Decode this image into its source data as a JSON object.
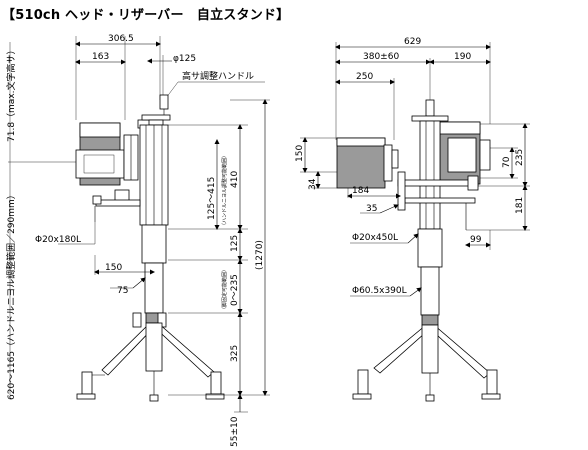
{
  "title": "【510ch ヘッド・リザーバー　自立スタンド】",
  "side_view": {
    "dim_306_5": "306.5",
    "dim_163": "163",
    "dim_phi125": "φ125",
    "label_height_handle": "高サ調整ハンドル",
    "dim_71_8": "71.8（max.文字高サ）",
    "dim_410": "410",
    "dim_125_415": "125～415",
    "note_handle_range_1": "（ハンドルニヨル調整可能範囲）",
    "dim_125": "125",
    "dim_1270": "(1270)",
    "dim_phi20x180": "Φ20x180L",
    "dim_150": "150",
    "dim_75": "75",
    "dim_0_235": "0～235",
    "note_fixed_range": "（脚固定可能範囲）",
    "dim_325": "325",
    "dim_55": "55±10",
    "dim_620_1165": "620～1165（ハンドルニヨル調整範囲／290mm）"
  },
  "front_view": {
    "dim_629": "629",
    "dim_380": "380±60",
    "dim_190": "190",
    "dim_250": "250",
    "dim_150": "150",
    "dim_34": "34",
    "dim_184": "184",
    "dim_35": "35",
    "dim_70": "70",
    "dim_235": "235",
    "dim_181": "181",
    "dim_99": "99",
    "dim_phi20x450": "Φ20x450L",
    "dim_phi60_5x390": "Φ60.5x390L"
  }
}
